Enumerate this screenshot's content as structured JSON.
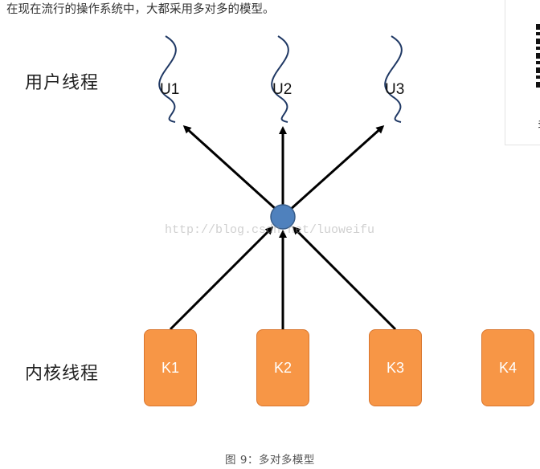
{
  "intro_text": "在现在流行的操作系统中，大都采用多对多的模型。",
  "side_card": {
    "glyph": "多"
  },
  "diagram": {
    "user_label": "用户线程",
    "kernel_label": "内核线程",
    "user_threads": [
      "U1",
      "U2",
      "U3"
    ],
    "kernel_threads": [
      "K1",
      "K2",
      "K3",
      "K4"
    ],
    "watermark": "http://blog.csdn.net/luoweifu",
    "colors": {
      "kernel_box": "#f79646",
      "hub": "#4f81bd",
      "arrow": "#000000",
      "thread_wave": "#1f3864"
    }
  },
  "caption": "图 9：多对多模型"
}
